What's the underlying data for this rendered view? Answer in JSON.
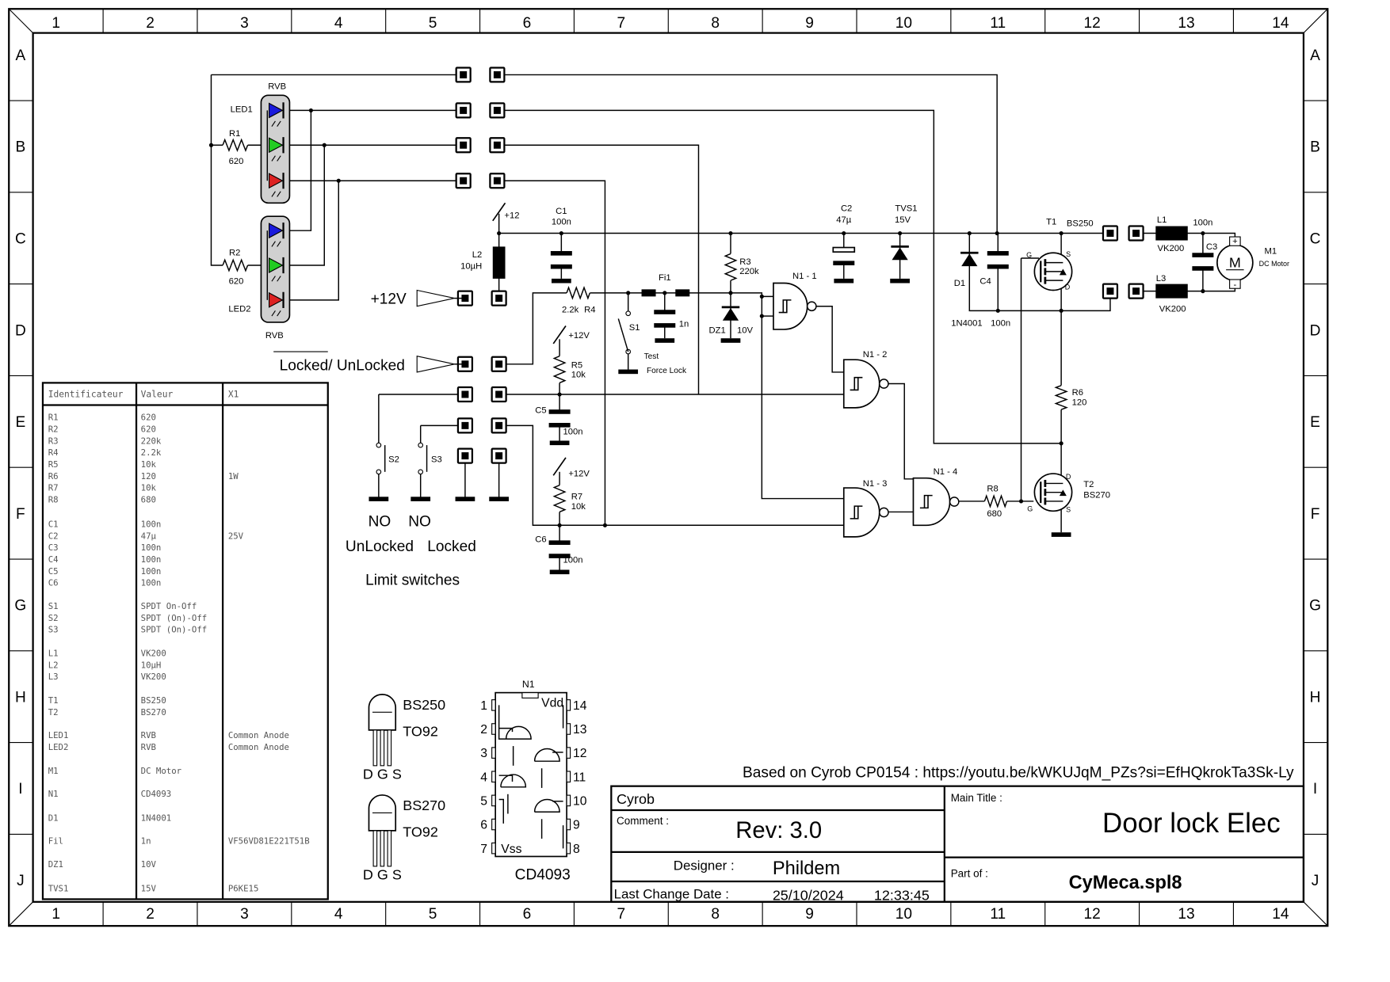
{
  "frame": {
    "columns": [
      "1",
      "2",
      "3",
      "4",
      "5",
      "6",
      "7",
      "8",
      "9",
      "10",
      "11",
      "12",
      "13",
      "14"
    ],
    "rows": [
      "A",
      "B",
      "C",
      "D",
      "E",
      "F",
      "G",
      "H",
      "I",
      "J"
    ]
  },
  "schematic": {
    "labels": {
      "rvb1": "RVB",
      "led1": "LED1",
      "r1": "R1",
      "r1v": "620",
      "r2": "R2",
      "r2v": "620",
      "led2": "LED2",
      "rvb2": "RVB",
      "plus12_l2": "+12",
      "c1": "C1",
      "c1v": "100n",
      "l2": "L2",
      "l2v": "10µH",
      "fi1": "Fi1",
      "fi1v": "1n",
      "r4v": "2.2k",
      "r4": "R4",
      "s1": "S1",
      "test": "Test",
      "forcelock": "Force Lock",
      "r3": "R3",
      "r3v": "220k",
      "dz1": "DZ1",
      "dz1v": "10V",
      "c2": "C2",
      "c2v": "47µ",
      "tvs1": "TVS1",
      "tvs1v": "15V",
      "n11": "N1 - 1",
      "n12": "N1 - 2",
      "n13": "N1 - 3",
      "n14": "N1 - 4",
      "plus12_r5": "+12V",
      "r5": "R5",
      "r5v": "10k",
      "c5": "C5",
      "c5v": "100n",
      "plus12_r7": "+12V",
      "r7": "R7",
      "r7v": "10k",
      "c6": "C6",
      "c6v": "100n",
      "plus12_in": "+12V",
      "locked_unlocked": "Locked/ UnLocked",
      "s2": "S2",
      "s3": "S3",
      "no1": "NO",
      "no2": "NO",
      "unlocked": "UnLocked",
      "locked": "Locked",
      "limit": "Limit switches",
      "d1": "D1",
      "c4": "C4",
      "d1v": "1N4001",
      "c4v": "100n",
      "t1": "T1",
      "t1v": "BS250",
      "t1g": "G",
      "t1s": "S",
      "t1d": "D",
      "r6": "R6",
      "r6v": "120",
      "r8": "R8",
      "r8v": "680",
      "t2": "T2",
      "t2v": "BS270",
      "t2d": "D",
      "t2g": "G",
      "t2s": "S",
      "l1": "L1",
      "l1c": "100n",
      "l1v": "VK200",
      "c3": "C3",
      "m1": "M1",
      "m1v": "DC Motor",
      "l3": "L3",
      "l3v": "VK200",
      "motor_m": "M",
      "motor_plus": "+",
      "motor_minus": "-"
    }
  },
  "packages": {
    "bs250": "BS250",
    "bs250_pkg": "TO92",
    "bs250_pins": "D G S",
    "bs270": "BS270",
    "bs270_pkg": "TO92",
    "bs270_pins": "D G S",
    "chip_ref": "N1",
    "chip_name": "CD4093",
    "vdd": "Vdd",
    "vss": "Vss",
    "left_pins": [
      "1",
      "2",
      "3",
      "4",
      "5",
      "6",
      "7"
    ],
    "right_pins": [
      "14",
      "13",
      "12",
      "11",
      "10",
      "9",
      "8"
    ]
  },
  "bom": {
    "headers": [
      "Identificateur",
      "Valeur",
      "X1"
    ],
    "groups": [
      [
        [
          "R1",
          "620",
          ""
        ],
        [
          "R2",
          "620",
          ""
        ],
        [
          "R3",
          "220k",
          ""
        ],
        [
          "R4",
          "2.2k",
          ""
        ],
        [
          "R5",
          "10k",
          ""
        ],
        [
          "R6",
          "120",
          "1W"
        ],
        [
          "R7",
          "10k",
          ""
        ],
        [
          "R8",
          "680",
          ""
        ]
      ],
      [
        [
          "C1",
          "100n",
          ""
        ],
        [
          "C2",
          "47µ",
          "25V"
        ],
        [
          "C3",
          "100n",
          ""
        ],
        [
          "C4",
          "100n",
          ""
        ],
        [
          "C5",
          "100n",
          ""
        ],
        [
          "C6",
          "100n",
          ""
        ]
      ],
      [
        [
          "S1",
          "SPDT On-Off",
          ""
        ],
        [
          "S2",
          "SPDT (On)-Off",
          ""
        ],
        [
          "S3",
          "SPDT (On)-Off",
          ""
        ]
      ],
      [
        [
          "L1",
          "VK200",
          ""
        ],
        [
          "L2",
          "10µH",
          ""
        ],
        [
          "L3",
          "VK200",
          ""
        ]
      ],
      [
        [
          "T1",
          "BS250",
          ""
        ],
        [
          "T2",
          "BS270",
          ""
        ]
      ],
      [
        [
          "LED1",
          "RVB",
          "Common Anode"
        ],
        [
          "LED2",
          "RVB",
          "Common Anode"
        ]
      ],
      [
        [
          "M1",
          "DC Motor",
          ""
        ]
      ],
      [
        [
          "N1",
          "CD4093",
          ""
        ]
      ],
      [
        [
          "D1",
          "1N4001",
          ""
        ]
      ],
      [
        [
          "Fil",
          "1n",
          "VF56VD81E221T51B"
        ]
      ],
      [
        [
          "DZ1",
          "10V",
          ""
        ]
      ],
      [
        [
          "TVS1",
          "15V",
          "P6KE15"
        ]
      ]
    ]
  },
  "title_block": {
    "based_on": "Based on Cyrob CP0154 : https://youtu.be/kWKUJqM_PZs?si=EfHQkrokTa3Sk-Ly",
    "company": "Cyrob",
    "comment_label": "Comment :",
    "comment": "Rev: 3.0",
    "designer_label": "Designer :",
    "designer": "Phildem",
    "last_change_label": "Last Change Date :",
    "date": "25/10/2024",
    "time": "12:33:45",
    "main_title_label": "Main Title :",
    "main_title": "Door lock Elec",
    "part_of_label": "Part of :",
    "part_of": "CyMeca.spl8"
  },
  "colors": {
    "led_blue": "#1a1adc",
    "led_green": "#22cc22",
    "led_red": "#dd2222",
    "led_body": "#d0d0d0"
  }
}
